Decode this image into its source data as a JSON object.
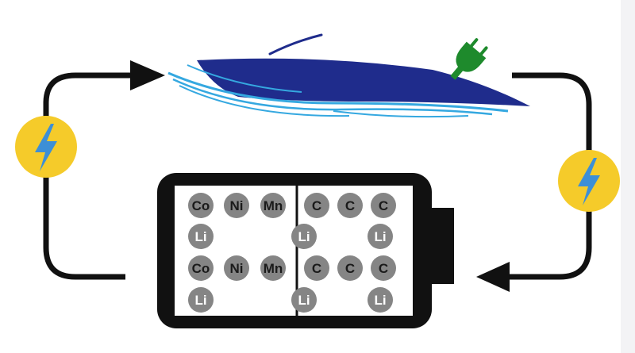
{
  "diagram": {
    "colors": {
      "loop": "#111111",
      "bolt_circle": "#f5cb2a",
      "bolt": "#3d8fd6",
      "boat_hull": "#1f2c8c",
      "boat_waves": "#35a8e0",
      "plug": "#1e8a2c",
      "battery": "#111111",
      "atom": "#858585",
      "atom_text": "#1a1a1a",
      "li_text": "#ffffff"
    },
    "icons": {
      "boat": "speedboat-icon",
      "plug": "power-plug-icon",
      "charge_left": "lightning-bolt-icon",
      "charge_right": "lightning-bolt-icon",
      "battery": "battery-icon"
    },
    "cathode": {
      "row1": [
        "Co",
        "Ni",
        "Mn"
      ],
      "li_row1": [
        "Li"
      ],
      "row2": [
        "Co",
        "Ni",
        "Mn"
      ],
      "li_row2": [
        "Li"
      ]
    },
    "anode": {
      "row1": [
        "C",
        "C",
        "C"
      ],
      "li_row1": [
        "Li",
        "Li"
      ],
      "row2": [
        "C",
        "C",
        "C"
      ],
      "li_row2": [
        "Li",
        "Li"
      ]
    }
  }
}
